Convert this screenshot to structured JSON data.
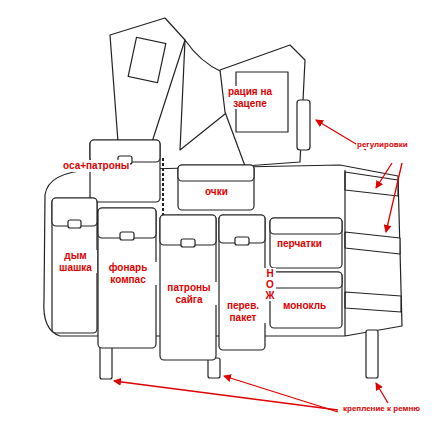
{
  "diagram": {
    "labels": [
      "рация на зацепе",
      "оса+патроны",
      "регулировки",
      "очки",
      "дым шашка",
      "фонарь компас",
      "патроны сайга",
      "перчатки",
      "Н О Ж",
      "перев. пакет",
      "монокль",
      "крепление к ремню"
    ]
  }
}
